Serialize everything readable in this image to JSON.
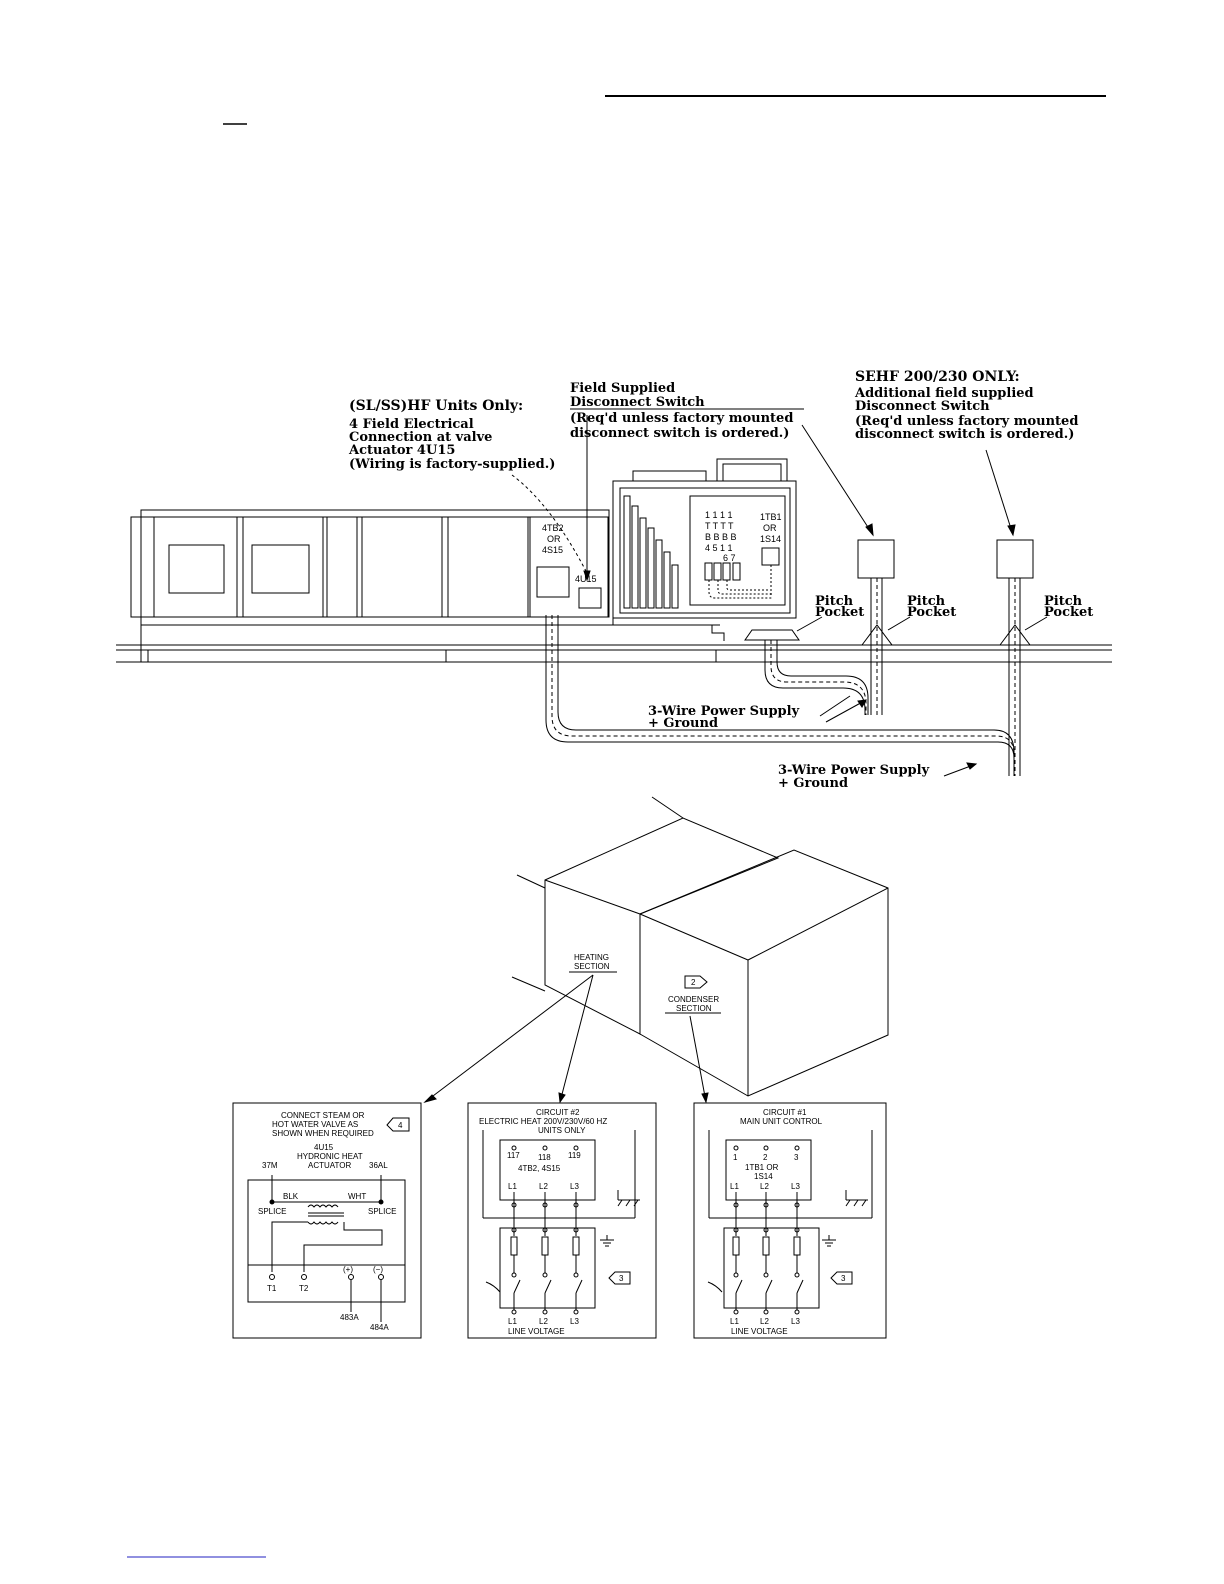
{
  "top_diagram": {
    "callout_sl_ss": {
      "line1": "(SL/SS)HF Units Only:",
      "line2": "4 Field Electrical",
      "line3": "Connection at valve",
      "line4": "Actuator 4U15",
      "line5": "(Wiring is factory-supplied.)"
    },
    "callout_field_disconnect": {
      "line1": "Field Supplied",
      "line2": "Disconnect Switch",
      "line3": "(Req'd unless factory mounted",
      "line4": "disconnect switch is ordered.)"
    },
    "callout_sehf": {
      "line1": "SEHF 200/230 ONLY:",
      "line2": "Additional field supplied",
      "line3": "Disconnect Switch",
      "line4": "(Req'd unless factory mounted",
      "line5": "disconnect switch is ordered.)"
    },
    "labels": {
      "tb2_line1": "4TB2",
      "tb2_line2": "OR",
      "tb2_line3": "4S15",
      "u15": "4U15",
      "tb1_line1": "1TB1",
      "tb1_line2": "OR",
      "tb1_line3": "1S14",
      "tb_col1": "1 1 1 1",
      "tb_col2": "T T T T",
      "tb_col3": "B B B B",
      "tb_col4": "4 5 1 1",
      "tb_col5": "6 7",
      "pitch": "Pitch",
      "pocket": "Pocket",
      "power1_line1": "3-Wire Power Supply",
      "power1_line2": "+ Ground",
      "power2_line1": "3-Wire Power Supply",
      "power2_line2": "+ Ground"
    }
  },
  "iso_diagram": {
    "heating_line1": "HEATING",
    "heating_line2": "SECTION",
    "condenser_line1": "CONDENSER",
    "condenser_line2": "SECTION",
    "tag_2": "2"
  },
  "panels": {
    "hydronic": {
      "title1": "CONNECT STEAM OR",
      "title2": "HOT WATER VALVE AS",
      "title3": "SHOWN WHEN REQUIRED",
      "tag": "4",
      "dev1": "4U15",
      "dev2": "HYDRONIC HEAT",
      "dev3": "ACTUATOR",
      "term_left": "37M",
      "term_right": "36AL",
      "wire_left": "BLK",
      "wire_right": "WHT",
      "splice": "SPLICE",
      "t1": "T1",
      "t2": "T2",
      "plus": "(+)",
      "minus": "(−)",
      "w483": "483A",
      "w484": "484A"
    },
    "circuit2": {
      "title1": "CIRCUIT #2",
      "title2": "ELECTRIC HEAT 200V/230V/60 HZ",
      "title3": "UNITS ONLY",
      "t1": "117",
      "t2": "118",
      "t3": "119",
      "block": "4TB2, 4S15",
      "l1": "L1",
      "l2": "L2",
      "l3": "L3",
      "tag": "3",
      "line_voltage": "LINE VOLTAGE"
    },
    "circuit1": {
      "title1": "CIRCUIT #1",
      "title2": "MAIN UNIT CONTROL",
      "t1": "1",
      "t2": "2",
      "t3": "3",
      "block1": "1TB1 OR",
      "block2": "1S14",
      "l1": "L1",
      "l2": "L2",
      "l3": "L3",
      "tag": "3",
      "line_voltage": "LINE VOLTAGE"
    }
  }
}
